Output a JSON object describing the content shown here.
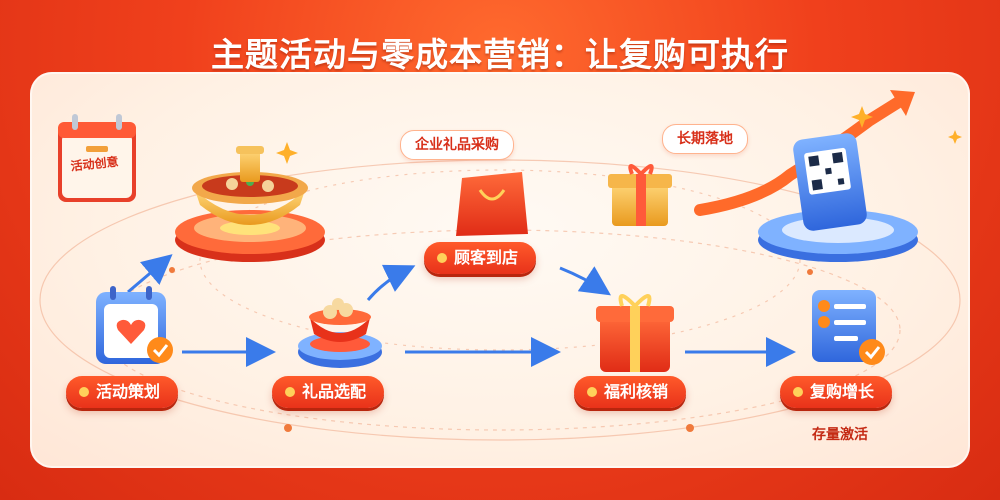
{
  "title": "主题活动与零成本营销：让复购可执行",
  "steps": {
    "plan": "活动策划",
    "gift": "礼品选配",
    "visit": "顾客到店",
    "redeem": "福利核销",
    "repurchase": "复购增长"
  },
  "tags": {
    "corporate": "企业礼品采购",
    "longterm": "长期落地"
  },
  "calendar_label": "活动创意",
  "stock_label": "存量激活",
  "colors": {
    "accent": "#f0401c",
    "arrow": "#3a7bea",
    "gold": "#ffd15a"
  }
}
